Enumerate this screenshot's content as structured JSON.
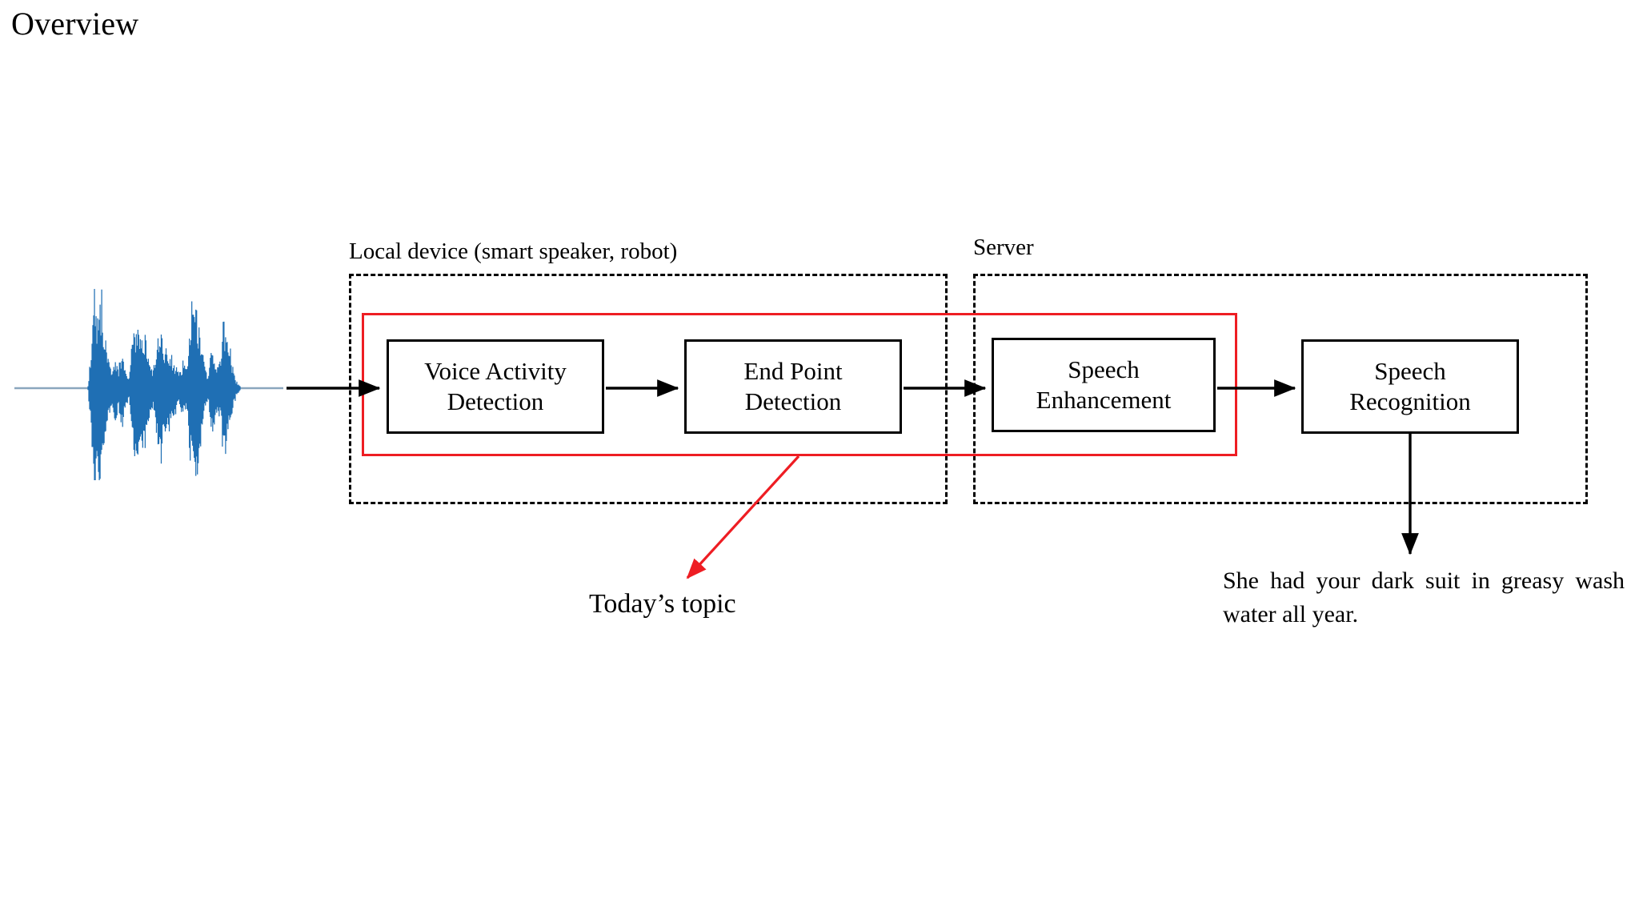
{
  "slide": {
    "title": "Overview",
    "background_color": "#ffffff"
  },
  "colors": {
    "waveform_blue": "#1f6fb4",
    "highlight_red": "#ee1d23",
    "outline_black": "#000000"
  },
  "waveform": {
    "name": "input-speech-waveform",
    "baseline_color": "#8aa6bd"
  },
  "groups": [
    {
      "id": "local-device",
      "label": "Local device (smart speaker, robot)",
      "border_style": "dashed"
    },
    {
      "id": "server",
      "label": "Server",
      "border_style": "dashed"
    }
  ],
  "pipeline": {
    "boxes": [
      {
        "id": "vad",
        "line1": "Voice Activity",
        "line2": "Detection"
      },
      {
        "id": "epd",
        "line1": "End Point",
        "line2": "Detection"
      },
      {
        "id": "se",
        "line1": "Speech",
        "line2": "Enhancement"
      },
      {
        "id": "sr",
        "line1": "Speech",
        "line2": "Recognition"
      }
    ]
  },
  "highlight": {
    "id": "todays-topic-highlight",
    "color": "#ee1d23",
    "callout_label": "Today’s topic"
  },
  "output": {
    "id": "asr-transcript",
    "text": "She had your dark suit in greasy wash water all year."
  }
}
